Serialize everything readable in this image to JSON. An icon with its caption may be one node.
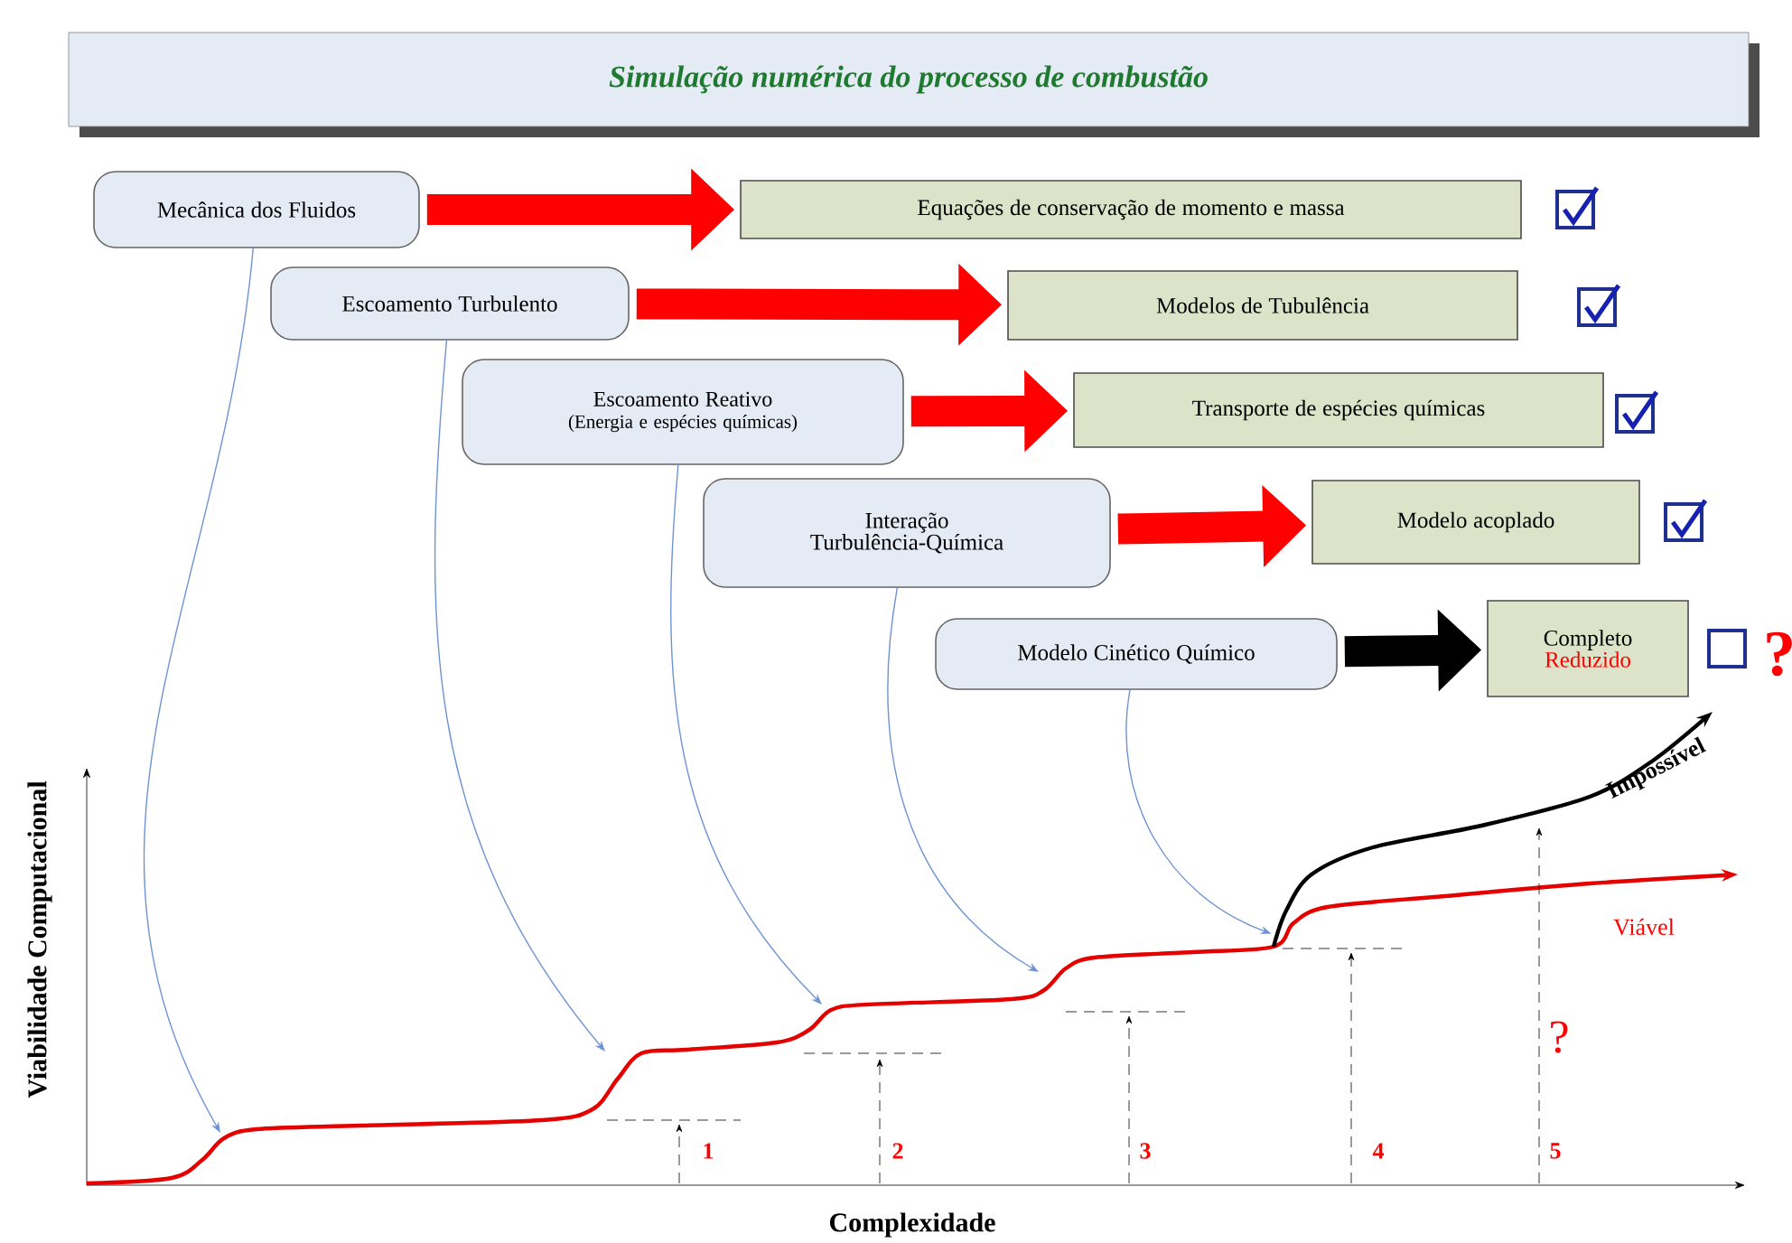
{
  "diagram": {
    "title": "Simulação numérica do processo de combustão",
    "nodes": [
      {
        "text": [
          "Mecânica dos Fluidos"
        ]
      },
      {
        "text": [
          "Equações de conservação de momento e massa"
        ]
      },
      {
        "text": [
          "Escoamento Turbulento"
        ]
      },
      {
        "text": [
          "Modelos de Tubulência"
        ]
      },
      {
        "text": [
          "Escoamento Reativo",
          "(Energia e espécies químicas)"
        ]
      },
      {
        "text": [
          "Transporte de espécies químicas"
        ]
      },
      {
        "text": [
          "Interação Turbulência-Química"
        ]
      },
      {
        "text": [
          "Modelo acoplado"
        ]
      },
      {
        "text": [
          "Modelo Cinético Químico"
        ]
      },
      {
        "text": [
          "Completo",
          "Reduzido"
        ]
      },
      {
        "text": [],
        "shape": "curve"
      }
    ],
    "edges": [
      {
        "from": 0,
        "to": 1,
        "arrow": "to",
        "style": "thick",
        "color": "#ff0000"
      },
      {
        "from": 2,
        "to": 3,
        "arrow": "to",
        "style": "thick",
        "color": "#ff0000"
      },
      {
        "from": 4,
        "to": 5,
        "arrow": "to",
        "style": "thick",
        "color": "#ff0000"
      },
      {
        "from": 6,
        "to": 7,
        "arrow": "to",
        "style": "thick",
        "color": "#ff0000"
      },
      {
        "from": 8,
        "to": 9,
        "arrow": "to",
        "style": "thick",
        "color": "#000000"
      },
      {
        "from": 0,
        "to": null,
        "arrow": "to",
        "color": "#6f93d3"
      },
      {
        "from": 2,
        "to": null,
        "arrow": "to",
        "color": "#6f93d3"
      },
      {
        "from": 4,
        "to": null,
        "arrow": "to",
        "color": "#6f93d3"
      },
      {
        "from": 6,
        "to": null,
        "arrow": "to",
        "color": "#6f93d3"
      },
      {
        "from": 8,
        "to": 10,
        "arrow": "to",
        "color": "#6f93d3"
      }
    ],
    "labels": [
      "?",
      "Viabilidade Computacional",
      "Impossível",
      "Viável",
      "?",
      "1",
      "2",
      "3",
      "4",
      "5",
      "Complexidade"
    ]
  }
}
